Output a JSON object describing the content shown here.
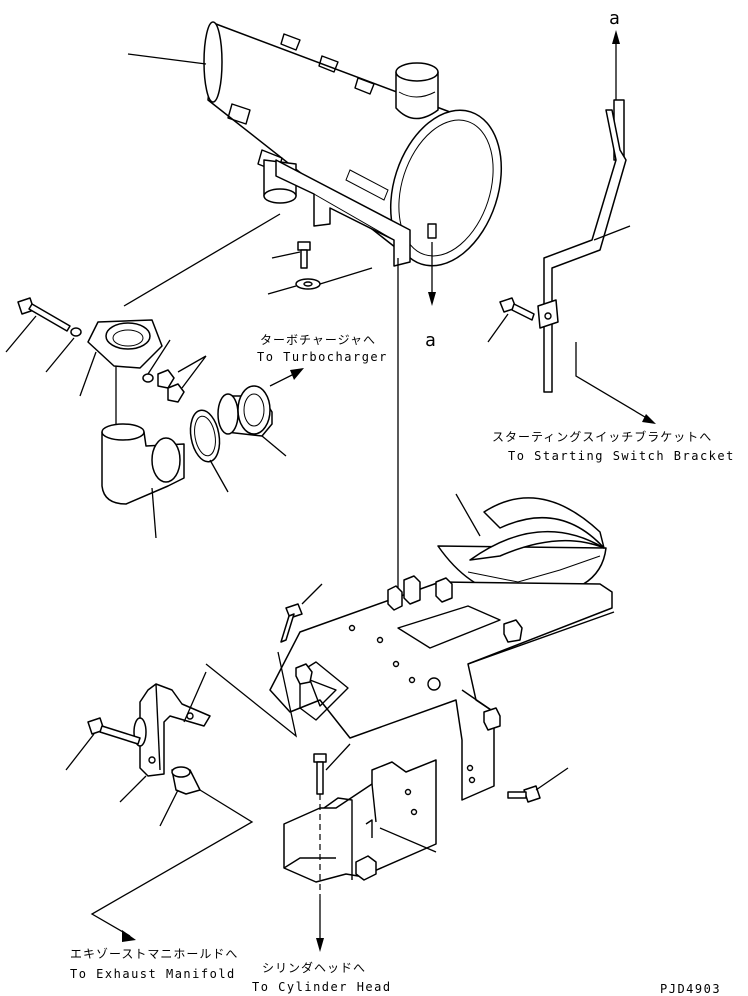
{
  "labels": {
    "ref_a_top": "a",
    "ref_a_mid": "a",
    "turbo_jp": "ターボチャージャへ",
    "turbo_en": "To Turbocharger",
    "starting_jp": "スターティングスイッチブラケットへ",
    "starting_en": "To Starting Switch Bracket",
    "exhaust_jp": "エキゾーストマニホールドへ",
    "exhaust_en": "To Exhaust Manifold",
    "cylinder_jp": "シリンダヘッドへ",
    "cylinder_en": "To Cylinder Head",
    "drawing_code": "PJD4903"
  }
}
